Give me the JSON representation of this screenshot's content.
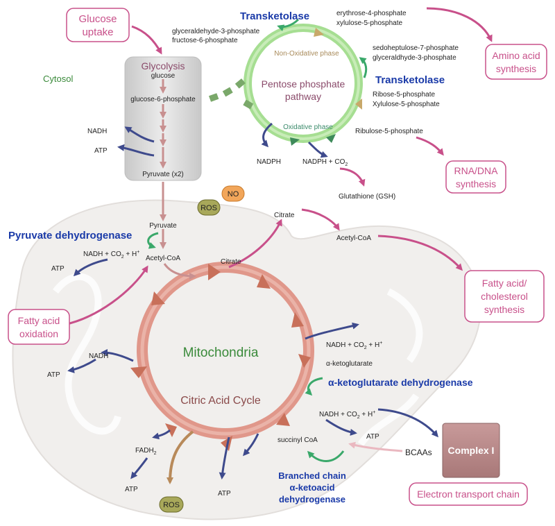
{
  "regions": {
    "cytosol": "Cytosol",
    "mitochondria": "Mitochondria"
  },
  "boxes": {
    "glucose_uptake": [
      "Glucose",
      "uptake"
    ],
    "amino_acid": [
      "Amino acid",
      "synthesis"
    ],
    "rna_dna": [
      "RNA/DNA",
      "synthesis"
    ],
    "fatty_chol": [
      "Fatty acid/",
      "cholesterol",
      "synthesis"
    ],
    "fatty_ox": [
      "Fatty acid",
      "oxidation"
    ],
    "etc": "Electron transport chain",
    "complex1": "Complex I"
  },
  "glycolysis": {
    "title": "Glycolysis",
    "glucose": "glucose",
    "g6p": "glucose-6-phosphate",
    "pyruvate": "Pyruvate (x2)",
    "nadh": "NADH",
    "atp": "ATP"
  },
  "ppp": {
    "title": [
      "Pentose phosphate",
      "pathway"
    ],
    "non_ox": "Non-Oxidative phase",
    "ox": "Oxidative phase",
    "enzyme": "Transketolase",
    "top_left": [
      "glyceraldehyde-3-phosphate",
      "fructose-6-phosphate"
    ],
    "top_right": [
      "erythrose-4-phosphate",
      "xylulose-5-phosphate"
    ],
    "right_1": [
      "sedoheptulose-7-phosphate",
      "glyceraldhyde-3-phosphate"
    ],
    "right_2": [
      "Ribose-5-phosphate",
      "Xylulose-5-phosphate"
    ],
    "ru5p": "Ribulose-5-phosphate",
    "nadph": "NADPH",
    "nadph_co2": "NADPH + CO",
    "gsh": "Glutathione (GSH)"
  },
  "signals": {
    "no": "NO",
    "ros": "ROS"
  },
  "mito": {
    "pyruvate": "Pyruvate",
    "pdh": "Pyruvate dehydrogenase",
    "nadh_co2_h": "NADH + CO",
    "acetyl_coa": "Acetyl-CoA",
    "atp": "ATP",
    "nadh": "NADH",
    "citrate": "Citrate",
    "citrate_out": "Citrate",
    "acetyl_coa_out": "Acetyl-CoA",
    "cycle": "Citric Acid Cycle",
    "akg": "α-ketoglutarate",
    "akgdh": "α-ketoglutarate dehydrogenase",
    "succinyl": "succinyl CoA",
    "bcaas": "BCAAs",
    "bckdh": [
      "Branched chain",
      "α-ketoacid",
      "dehydrogenase"
    ],
    "fadh": "FADH",
    "ros": "ROS"
  },
  "colors": {
    "pink": "#c8508a",
    "enzyme_blue": "#1a3aa8",
    "ppp_green": "#9edc8c",
    "cycle": "#e0978a",
    "dark_blue": "#3e4a8c",
    "label_green": "#3a8a3a"
  }
}
